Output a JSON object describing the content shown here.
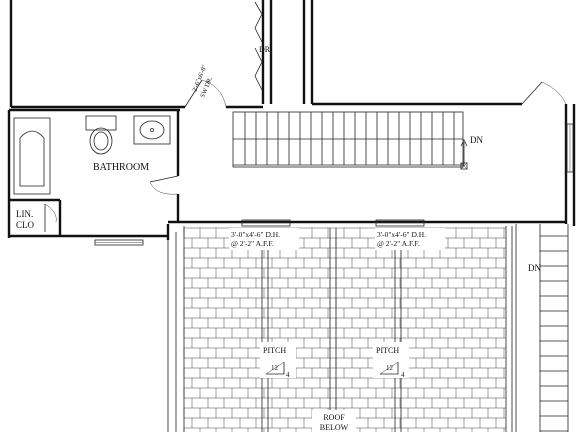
{
  "labels": {
    "bathroom": "BATHROOM",
    "linen_line1": "LIN.",
    "linen_line2": "CLO",
    "dryer": "DR",
    "door_line1": "2'-6\"x6'-8\"",
    "door_line2": "SW DR.",
    "stair_down_upper": "DN",
    "stair_down_lower": "DN",
    "window_left_line1": "3'-0\"x4'-6\" D.H.",
    "window_left_line2": "@ 2'-2\" A.F.F.",
    "window_right_line1": "3'-0\"x4'-6\" D.H.",
    "window_right_line2": "@ 2'-2\" A.F.F.",
    "pitch_left": "PITCH",
    "pitch_left_num": "12",
    "pitch_left_den": "4",
    "pitch_right": "PITCH",
    "pitch_right_num": "12",
    "pitch_right_den": "4",
    "roof_line1": "ROOF",
    "roof_line2": "BELOW"
  },
  "colors": {
    "line": "#111111",
    "background": "#ffffff"
  }
}
